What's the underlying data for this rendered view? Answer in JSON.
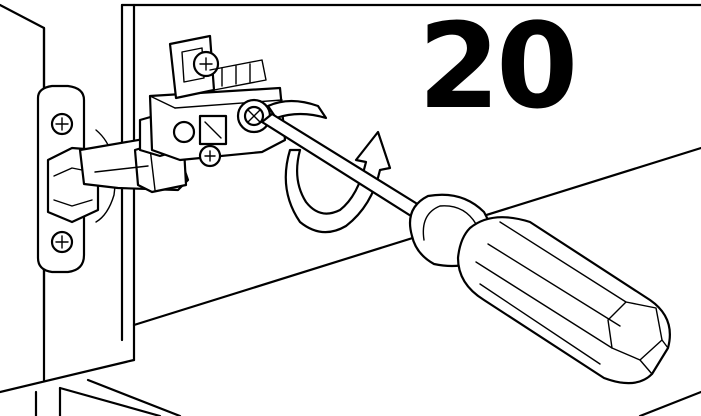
{
  "step": {
    "number": "20"
  },
  "icons": [
    "cabinet-side-panel",
    "hinge-mounting-plate",
    "concealed-hinge",
    "adjustment-screw",
    "rotation-arrow-icon",
    "screwdriver"
  ],
  "colors": {
    "line": "#000000",
    "background": "#ffffff"
  }
}
